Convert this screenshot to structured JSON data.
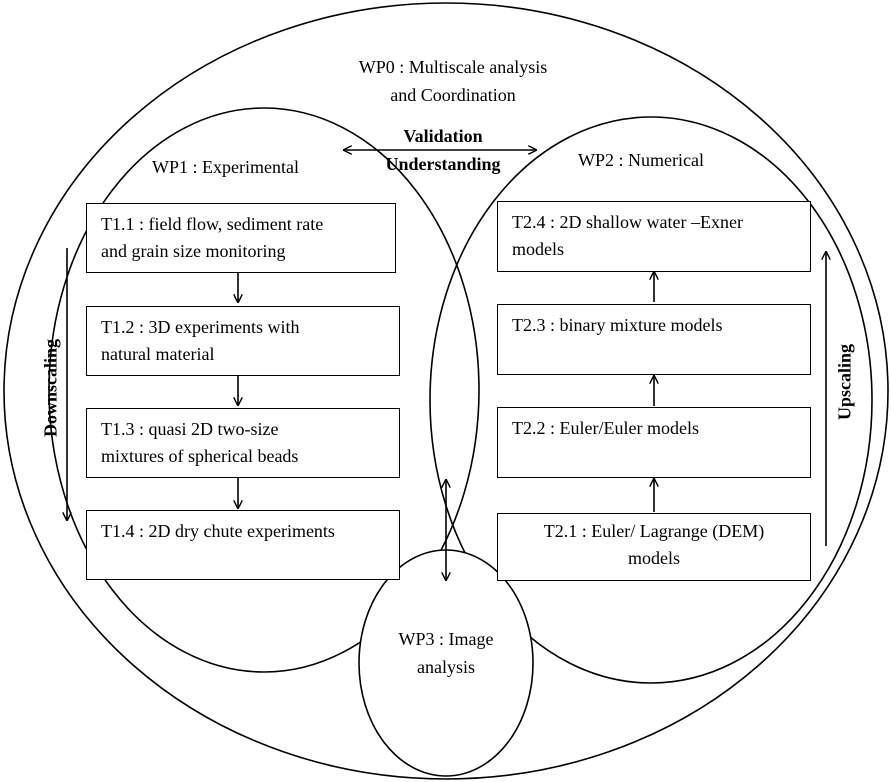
{
  "wp0": {
    "line1": "WP0 : Multiscale analysis",
    "line2": "and Coordination"
  },
  "wp1": {
    "title": "WP1 : Experimental"
  },
  "wp2": {
    "title": "WP2 : Numerical"
  },
  "wp3": {
    "line1": "WP3 : Image",
    "line2": "analysis"
  },
  "links": {
    "validation": "Validation",
    "understanding": "Understanding"
  },
  "sides": {
    "downscaling": "Downscaling",
    "upscaling": "Upscaling"
  },
  "experimental_tasks": [
    {
      "line1": "T1.1 : field flow, sediment rate",
      "line2": "and grain size monitoring"
    },
    {
      "line1": "T1.2 : 3D experiments with",
      "line2": "natural material"
    },
    {
      "line1": "T1.3 : quasi 2D two-size",
      "line2": "mixtures of spherical beads"
    },
    {
      "line1": "T1.4 : 2D dry chute experiments",
      "line2": ""
    }
  ],
  "numerical_tasks": [
    {
      "line1": "T2.4 : 2D shallow water –Exner",
      "line2": "models"
    },
    {
      "line1": "T2.3 : binary mixture models",
      "line2": ""
    },
    {
      "line1": "T2.2 : Euler/Euler models",
      "line2": ""
    },
    {
      "line1": "T2.1 : Euler/ Lagrange (DEM)",
      "line2": "models"
    }
  ]
}
